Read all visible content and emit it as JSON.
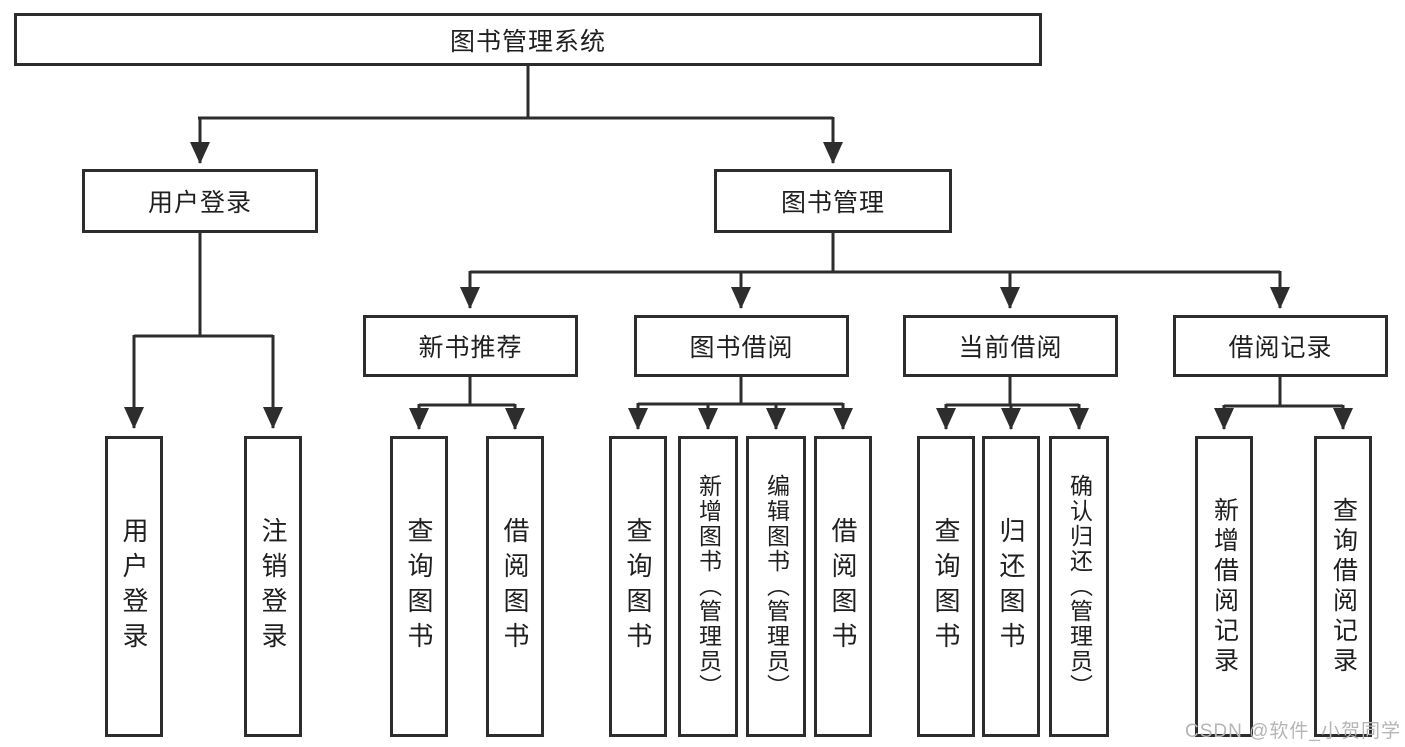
{
  "tree": {
    "label": "图书管理系统",
    "children": [
      {
        "label": "用户登录",
        "children": [
          {
            "label": "用户登录"
          },
          {
            "label": "注销登录"
          }
        ]
      },
      {
        "label": "图书管理",
        "children": [
          {
            "label": "新书推荐",
            "children": [
              {
                "label": "查询图书"
              },
              {
                "label": "借阅图书"
              }
            ]
          },
          {
            "label": "图书借阅",
            "children": [
              {
                "label": "查询图书"
              },
              {
                "label": "新增图书（管理员）"
              },
              {
                "label": "编辑图书（管理员）"
              },
              {
                "label": "借阅图书"
              }
            ]
          },
          {
            "label": "当前借阅",
            "children": [
              {
                "label": "查询图书"
              },
              {
                "label": "归还图书"
              },
              {
                "label": "确认归还（管理员）"
              }
            ]
          },
          {
            "label": "借阅记录",
            "children": [
              {
                "label": "新增借阅记录"
              },
              {
                "label": "查询借阅记录"
              }
            ]
          }
        ]
      }
    ]
  },
  "watermark": {
    "text": "CSDN @软件_小贺同学"
  },
  "colors": {
    "line": "#2d2d2d",
    "text": "#1f1f1f",
    "watermark": "#b5b5b5",
    "background": "#ffffff"
  }
}
